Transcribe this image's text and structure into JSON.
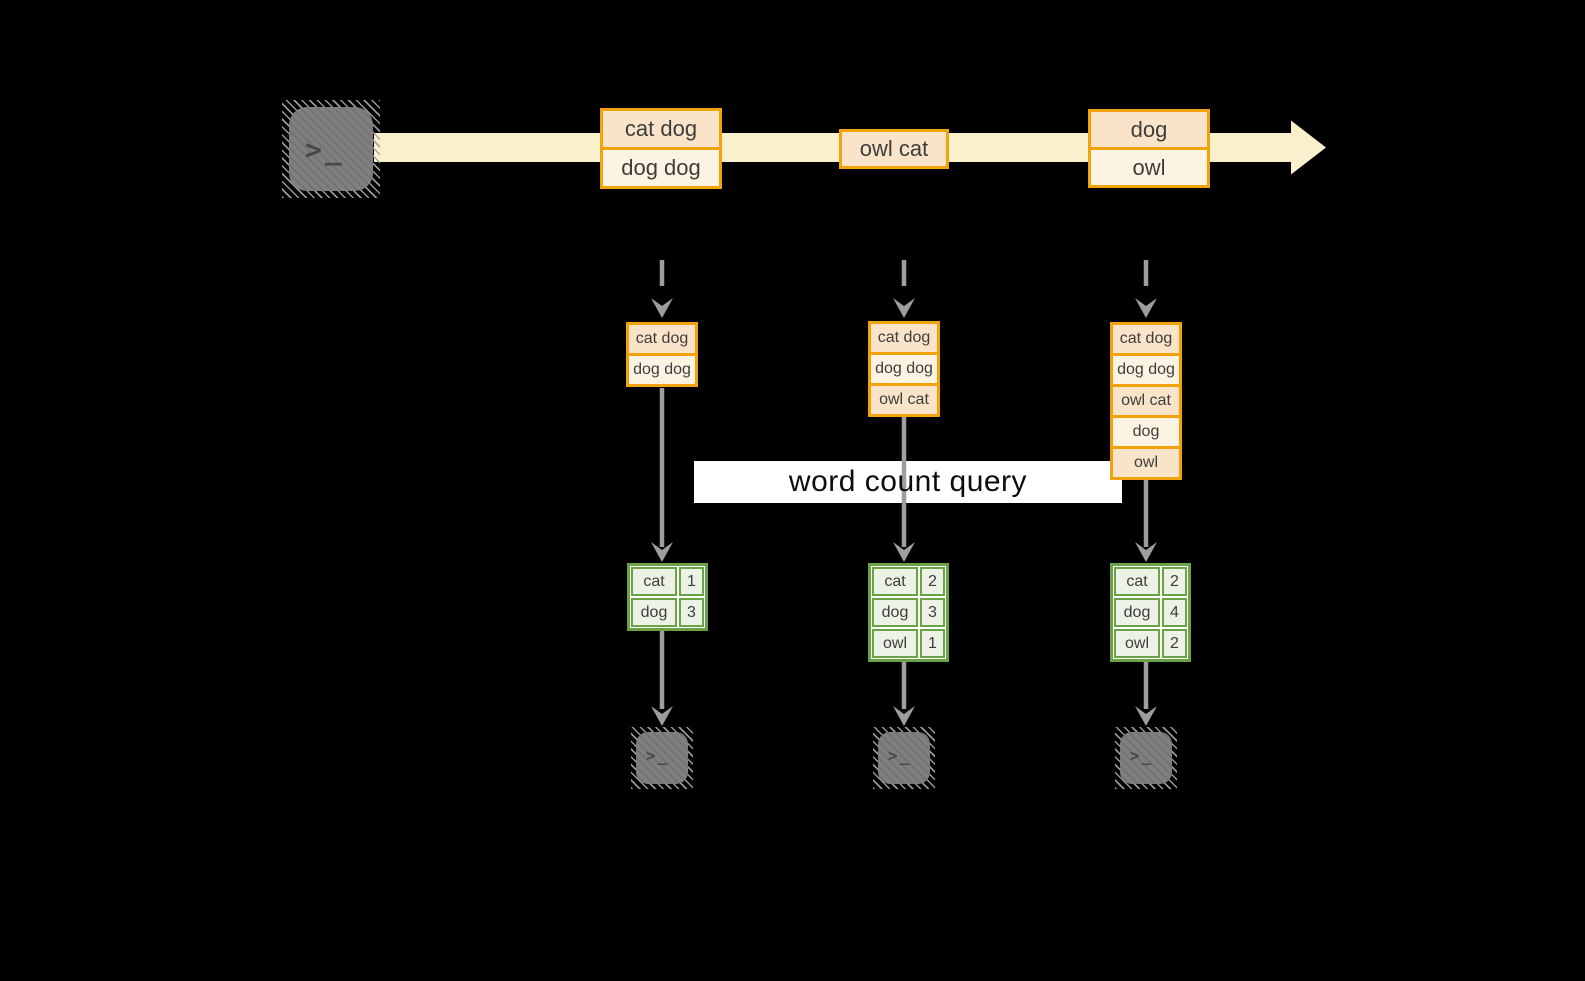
{
  "diagram_type": "stream word-count pipeline",
  "query_label": "word count query",
  "terminal_glyph": ">_",
  "stream": {
    "events": [
      {
        "lines": [
          "cat dog",
          "dog dog"
        ]
      },
      {
        "lines": [
          "owl cat"
        ]
      },
      {
        "lines": [
          "dog",
          "owl"
        ]
      }
    ]
  },
  "columns": [
    {
      "buffer": [
        "cat dog",
        "dog dog"
      ],
      "counts": [
        {
          "word": "cat",
          "count": "1"
        },
        {
          "word": "dog",
          "count": "3"
        }
      ]
    },
    {
      "buffer": [
        "cat dog",
        "dog dog",
        "owl cat"
      ],
      "counts": [
        {
          "word": "cat",
          "count": "2"
        },
        {
          "word": "dog",
          "count": "3"
        },
        {
          "word": "owl",
          "count": "1"
        }
      ]
    },
    {
      "buffer": [
        "cat dog",
        "dog dog",
        "owl cat",
        "dog",
        "owl"
      ],
      "counts": [
        {
          "word": "cat",
          "count": "2"
        },
        {
          "word": "dog",
          "count": "4"
        },
        {
          "word": "owl",
          "count": "2"
        }
      ]
    }
  ],
  "colors": {
    "background": "#000000",
    "stream_arrow": "#FBF0CE",
    "event_fill_dark": "#FAE4C9",
    "event_fill_light": "#FDF3E3",
    "event_border": "#F0A30A",
    "table_border": "#6AA346",
    "table_fill": "#EDF2E7",
    "connector_gray": "#9E9E9E",
    "terminal_gray": "#7F7F7F",
    "label_background": "#FFFFFF",
    "text": "#3D3D3B"
  }
}
